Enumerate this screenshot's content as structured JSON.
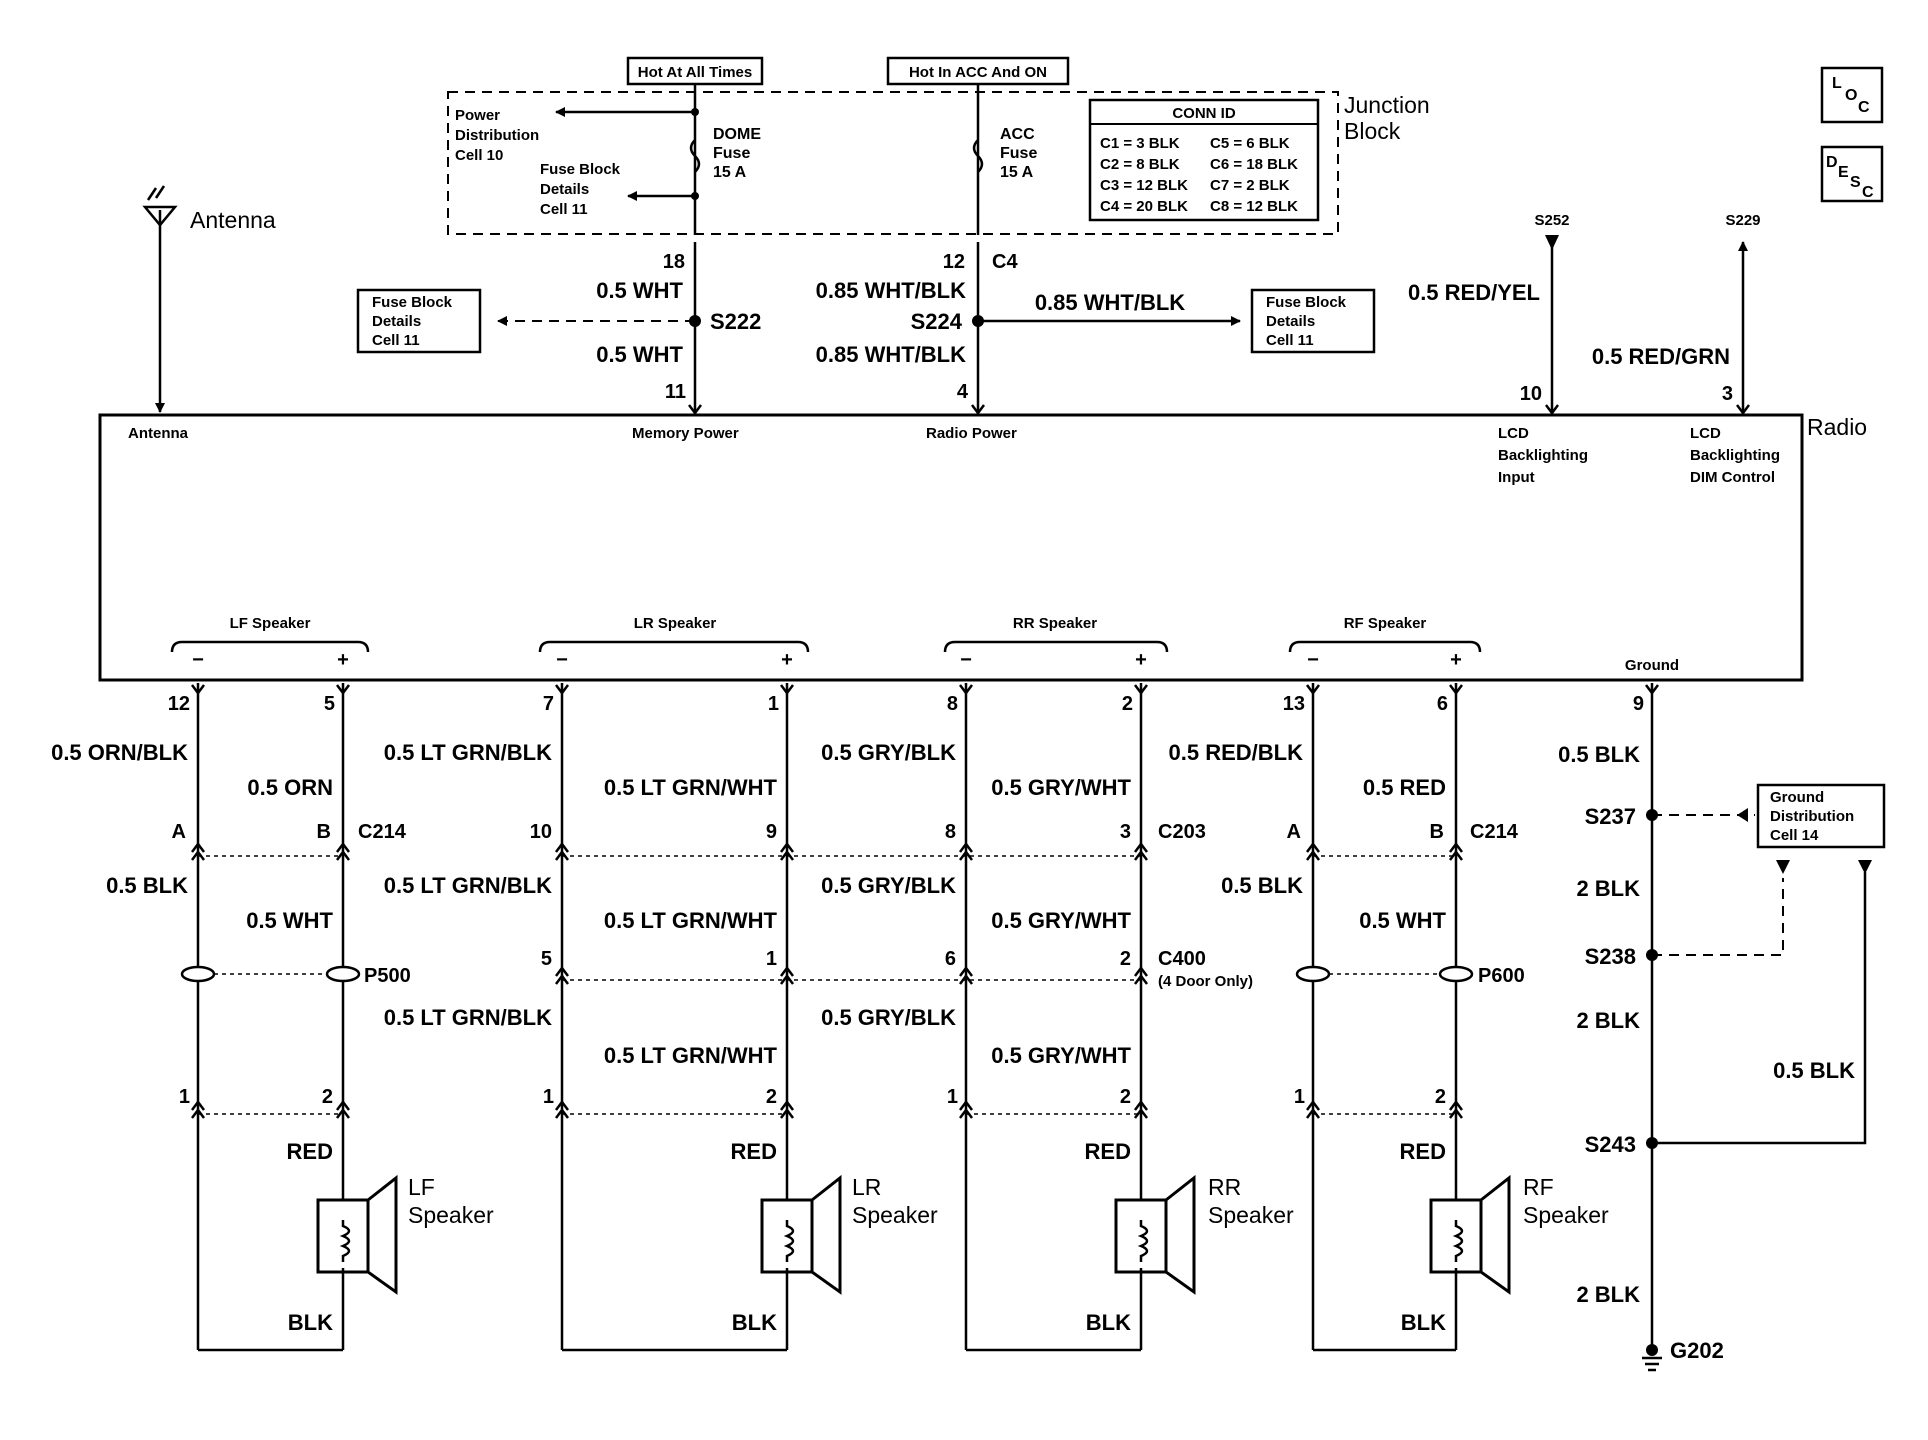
{
  "power": {
    "hot_all_times": "Hot At All Times",
    "hot_acc_on": "Hot In ACC And ON",
    "junction_block": [
      "Junction",
      "Block"
    ],
    "power_dist": [
      "Power",
      "Distribution",
      "Cell 10"
    ],
    "fuse_block_details": [
      "Fuse Block",
      "Details",
      "Cell 11"
    ],
    "dome_fuse": [
      "DOME",
      "Fuse",
      "15 A"
    ],
    "acc_fuse": [
      "ACC",
      "Fuse",
      "15 A"
    ],
    "conn_id_title": "CONN ID",
    "conn_id_rows": [
      [
        "C1 = 3 BLK",
        "C5 = 6 BLK"
      ],
      [
        "C2 = 8 BLK",
        "C6 = 18 BLK"
      ],
      [
        "C3 = 12 BLK",
        "C7 = 2 BLK"
      ],
      [
        "C4 = 20 BLK",
        "C8 = 12 BLK"
      ]
    ],
    "pin_18": "18",
    "pin_12": "12",
    "c4": "C4",
    "wht_05": "0.5 WHT",
    "wht_blk_085": "0.85 WHT/BLK",
    "s222": "S222",
    "s224": "S224",
    "pin_11": "11",
    "pin_4": "4"
  },
  "antenna": {
    "label": "Antenna"
  },
  "lcd": {
    "s252": "S252",
    "s229": "S229",
    "red_yel": "0.5 RED/YEL",
    "red_grn": "0.5 RED/GRN",
    "pin_10": "10",
    "pin_3": "3"
  },
  "icons": {
    "loc": [
      "L",
      "O",
      "C"
    ],
    "desc": [
      "D",
      "E",
      "S",
      "C"
    ]
  },
  "radio": {
    "name": "Radio",
    "antenna": "Antenna",
    "memory_power": "Memory Power",
    "radio_power": "Radio Power",
    "lcd_input": [
      "LCD",
      "Backlighting",
      "Input"
    ],
    "lcd_dim": [
      "LCD",
      "Backlighting",
      "DIM Control"
    ],
    "ground": "Ground",
    "minus": "−",
    "plus": "+",
    "speakers": [
      "LF Speaker",
      "LR Speaker",
      "RR Speaker",
      "RF Speaker"
    ]
  },
  "lf": {
    "pin_a": "12",
    "pin_b": "5",
    "w1a": "0.5 ORN/BLK",
    "w1b": "0.5 ORN",
    "c_a": "A",
    "c_b": "B",
    "conn": "C214",
    "w2a": "0.5 BLK",
    "w2b": "0.5 WHT",
    "splice": "P500",
    "p1": "1",
    "p2": "2",
    "red": "RED",
    "blk": "BLK",
    "spk": [
      "LF",
      "Speaker"
    ]
  },
  "lr": {
    "pin_a": "7",
    "pin_b": "1",
    "w1a": "0.5 LT GRN/BLK",
    "w1b": "0.5 LT GRN/WHT",
    "c_a": "10",
    "c_b": "9",
    "w2a": "0.5 LT GRN/BLK",
    "w2b": "0.5 LT GRN/WHT",
    "c2_a": "5",
    "c2_b": "1",
    "w3a": "0.5 LT GRN/BLK",
    "w3b": "0.5 LT GRN/WHT",
    "p1": "1",
    "p2": "2",
    "red": "RED",
    "blk": "BLK",
    "spk": [
      "LR",
      "Speaker"
    ]
  },
  "rr": {
    "pin_a": "8",
    "pin_b": "2",
    "w1a": "0.5 GRY/BLK",
    "w1b": "0.5 GRY/WHT",
    "c_a": "8",
    "c_b": "3",
    "conn": "C203",
    "w2a": "0.5 GRY/BLK",
    "w2b": "0.5 GRY/WHT",
    "c2_a": "6",
    "c2_b": "2",
    "conn2": "C400",
    "conn2_note": "(4 Door Only)",
    "w3a": "0.5 GRY/BLK",
    "w3b": "0.5 GRY/WHT",
    "p1": "1",
    "p2": "2",
    "red": "RED",
    "blk": "BLK",
    "spk": [
      "RR",
      "Speaker"
    ]
  },
  "rf": {
    "pin_a": "13",
    "pin_b": "6",
    "w1a": "0.5 RED/BLK",
    "w1b": "0.5 RED",
    "c_a": "A",
    "c_b": "B",
    "conn": "C214",
    "w2a": "0.5 BLK",
    "w2b": "0.5 WHT",
    "splice": "P600",
    "p1": "1",
    "p2": "2",
    "red": "RED",
    "blk": "BLK",
    "spk": [
      "RF",
      "Speaker"
    ]
  },
  "ground": {
    "pin_9": "9",
    "w1": "0.5 BLK",
    "s237": "S237",
    "w2": "2 BLK",
    "s238": "S238",
    "w3": "2 BLK",
    "w_side": "0.5 BLK",
    "s243": "S243",
    "w4": "2 BLK",
    "g202": "G202",
    "gd": [
      "Ground",
      "Distribution",
      "Cell 14"
    ]
  }
}
